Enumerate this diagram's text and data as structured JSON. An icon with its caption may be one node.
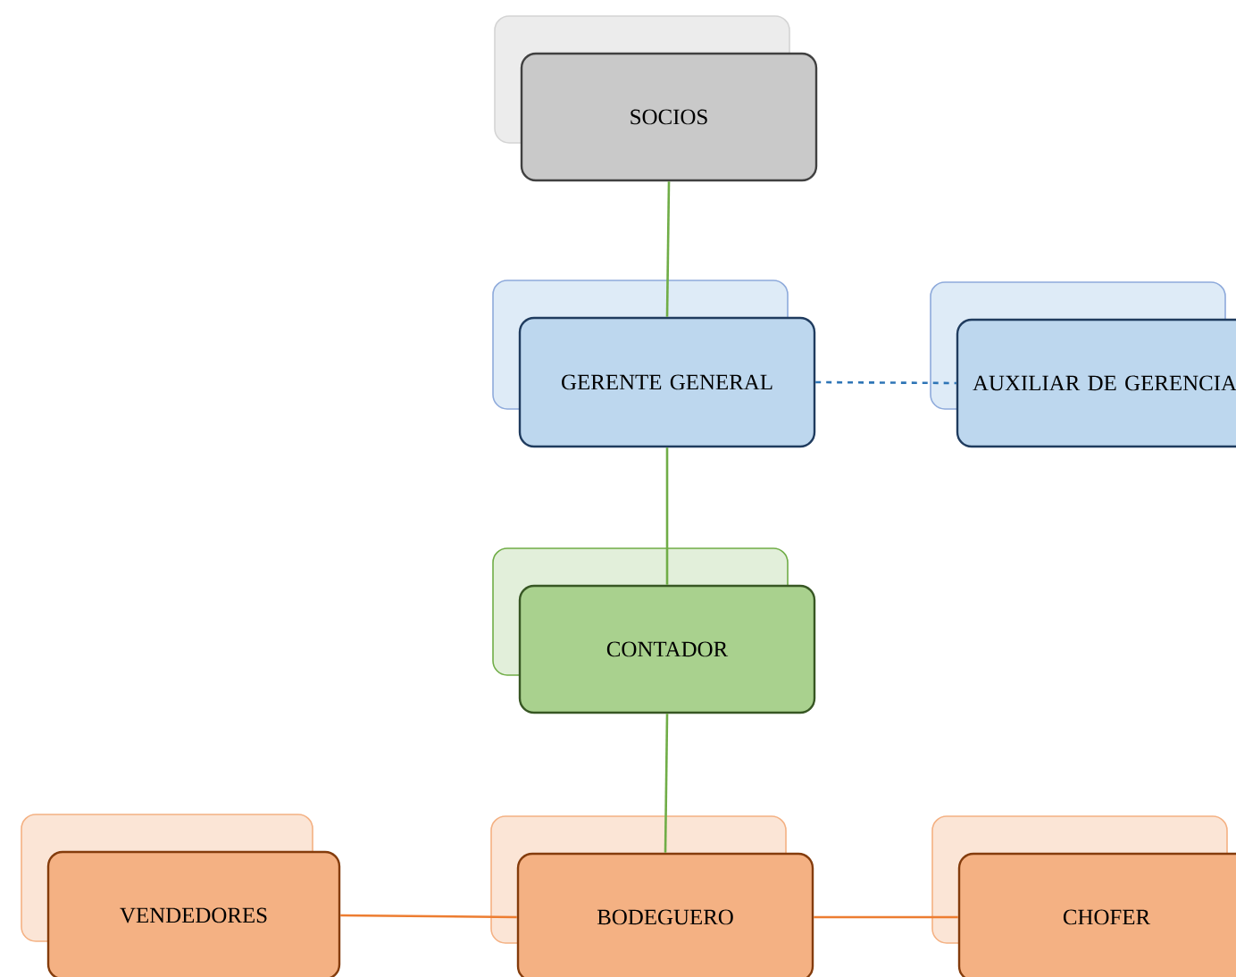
{
  "diagram": {
    "nodes": [
      {
        "text": [
          "SOCIOS"
        ]
      },
      {
        "text": [
          "GERENTE GENERAL"
        ]
      },
      {
        "text": [
          "AUXILIAR DE GERENCIA"
        ]
      },
      {
        "text": [
          "CONTADOR"
        ]
      },
      {
        "text": [
          "VENDEDORES"
        ]
      },
      {
        "text": [
          "BODEGUERO"
        ]
      },
      {
        "text": [
          "CHOFER"
        ]
      }
    ],
    "edges": [
      {
        "from": 0,
        "to": 1,
        "arrow": "none",
        "color": "#70ad47"
      },
      {
        "from": 1,
        "to": 2,
        "arrow": "none",
        "style": "dashed",
        "color": "#2e75b6"
      },
      {
        "from": 1,
        "to": 3,
        "arrow": "none",
        "color": "#70ad47"
      },
      {
        "from": 3,
        "to": 5,
        "arrow": "none",
        "color": "#70ad47"
      },
      {
        "from": 4,
        "to": 5,
        "arrow": "none",
        "color": "#ed7d31"
      },
      {
        "from": 5,
        "to": 6,
        "arrow": "none",
        "color": "#ed7d31"
      }
    ]
  }
}
